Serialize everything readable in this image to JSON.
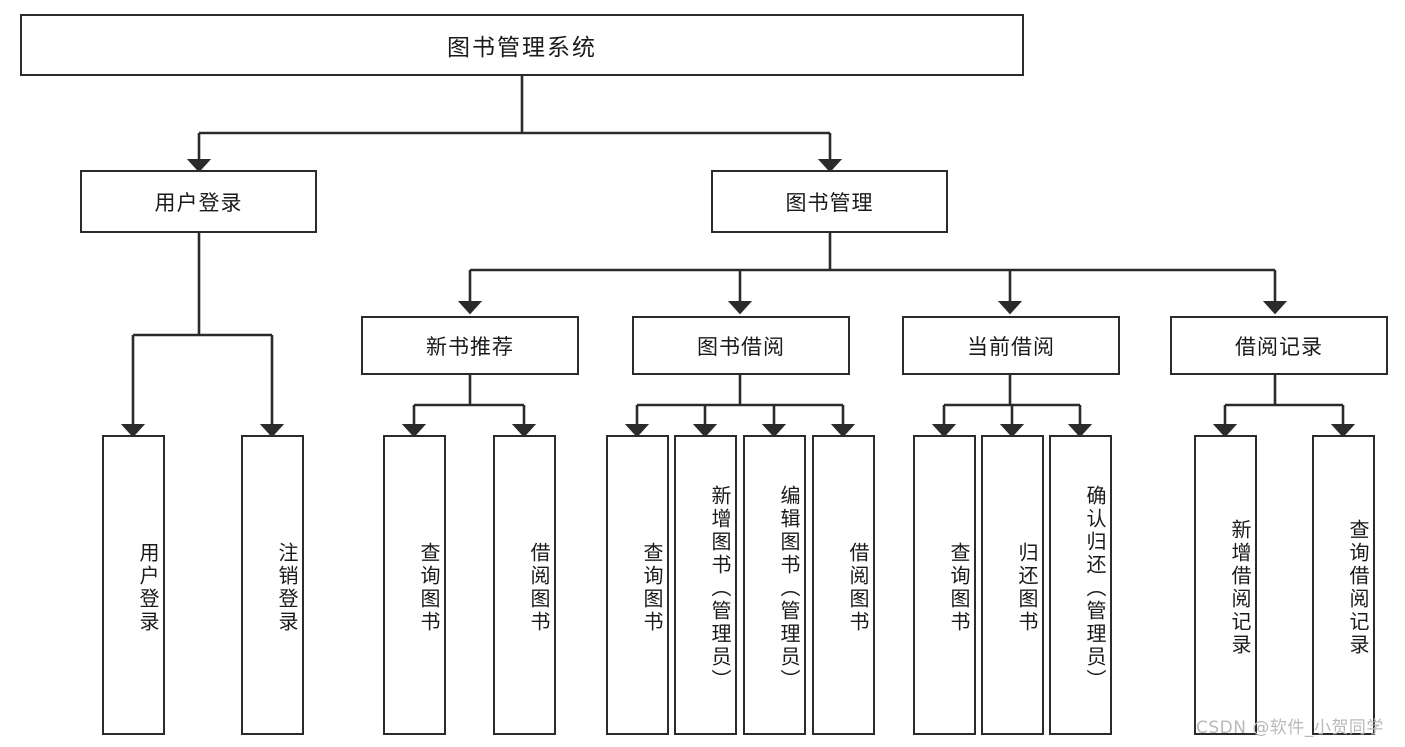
{
  "diagram": {
    "type": "tree",
    "title": "图书管理系统",
    "watermark": "CSDN @软件_小贺同学",
    "colors": {
      "box_border": "#2b2b2b",
      "box_fill": "#ffffff",
      "line": "#2b2b2b",
      "text": "#1a1a1a",
      "watermark": "#b9b9b9"
    },
    "root": {
      "label": "图书管理系统"
    },
    "level2": [
      {
        "id": "user-login",
        "label": "用户登录"
      },
      {
        "id": "book-manage",
        "label": "图书管理"
      }
    ],
    "level3": [
      {
        "id": "new-book-recommend",
        "label": "新书推荐",
        "parent": "book-manage"
      },
      {
        "id": "book-borrow",
        "label": "图书借阅",
        "parent": "book-manage"
      },
      {
        "id": "current-borrow",
        "label": "当前借阅",
        "parent": "book-manage"
      },
      {
        "id": "borrow-record",
        "label": "借阅记录",
        "parent": "book-manage"
      }
    ],
    "leaves": {
      "user-login": [
        {
          "id": "leaf-user-login",
          "label": "用户登录"
        },
        {
          "id": "leaf-user-logout",
          "label": "注销登录"
        }
      ],
      "new-book-recommend": [
        {
          "id": "leaf-query-book-1",
          "label": "查询图书"
        },
        {
          "id": "leaf-borrow-book-1",
          "label": "借阅图书"
        }
      ],
      "book-borrow": [
        {
          "id": "leaf-query-book-2",
          "label": "查询图书"
        },
        {
          "id": "leaf-add-book",
          "label": "新增图书（管理员）"
        },
        {
          "id": "leaf-edit-book",
          "label": "编辑图书（管理员）"
        },
        {
          "id": "leaf-borrow-book-2",
          "label": "借阅图书"
        }
      ],
      "current-borrow": [
        {
          "id": "leaf-query-book-3",
          "label": "查询图书"
        },
        {
          "id": "leaf-return-book",
          "label": "归还图书"
        },
        {
          "id": "leaf-confirm-return",
          "label": "确认归还（管理员）"
        }
      ],
      "borrow-record": [
        {
          "id": "leaf-add-record",
          "label": "新增借阅记录"
        },
        {
          "id": "leaf-query-record",
          "label": "查询借阅记录"
        }
      ]
    }
  }
}
